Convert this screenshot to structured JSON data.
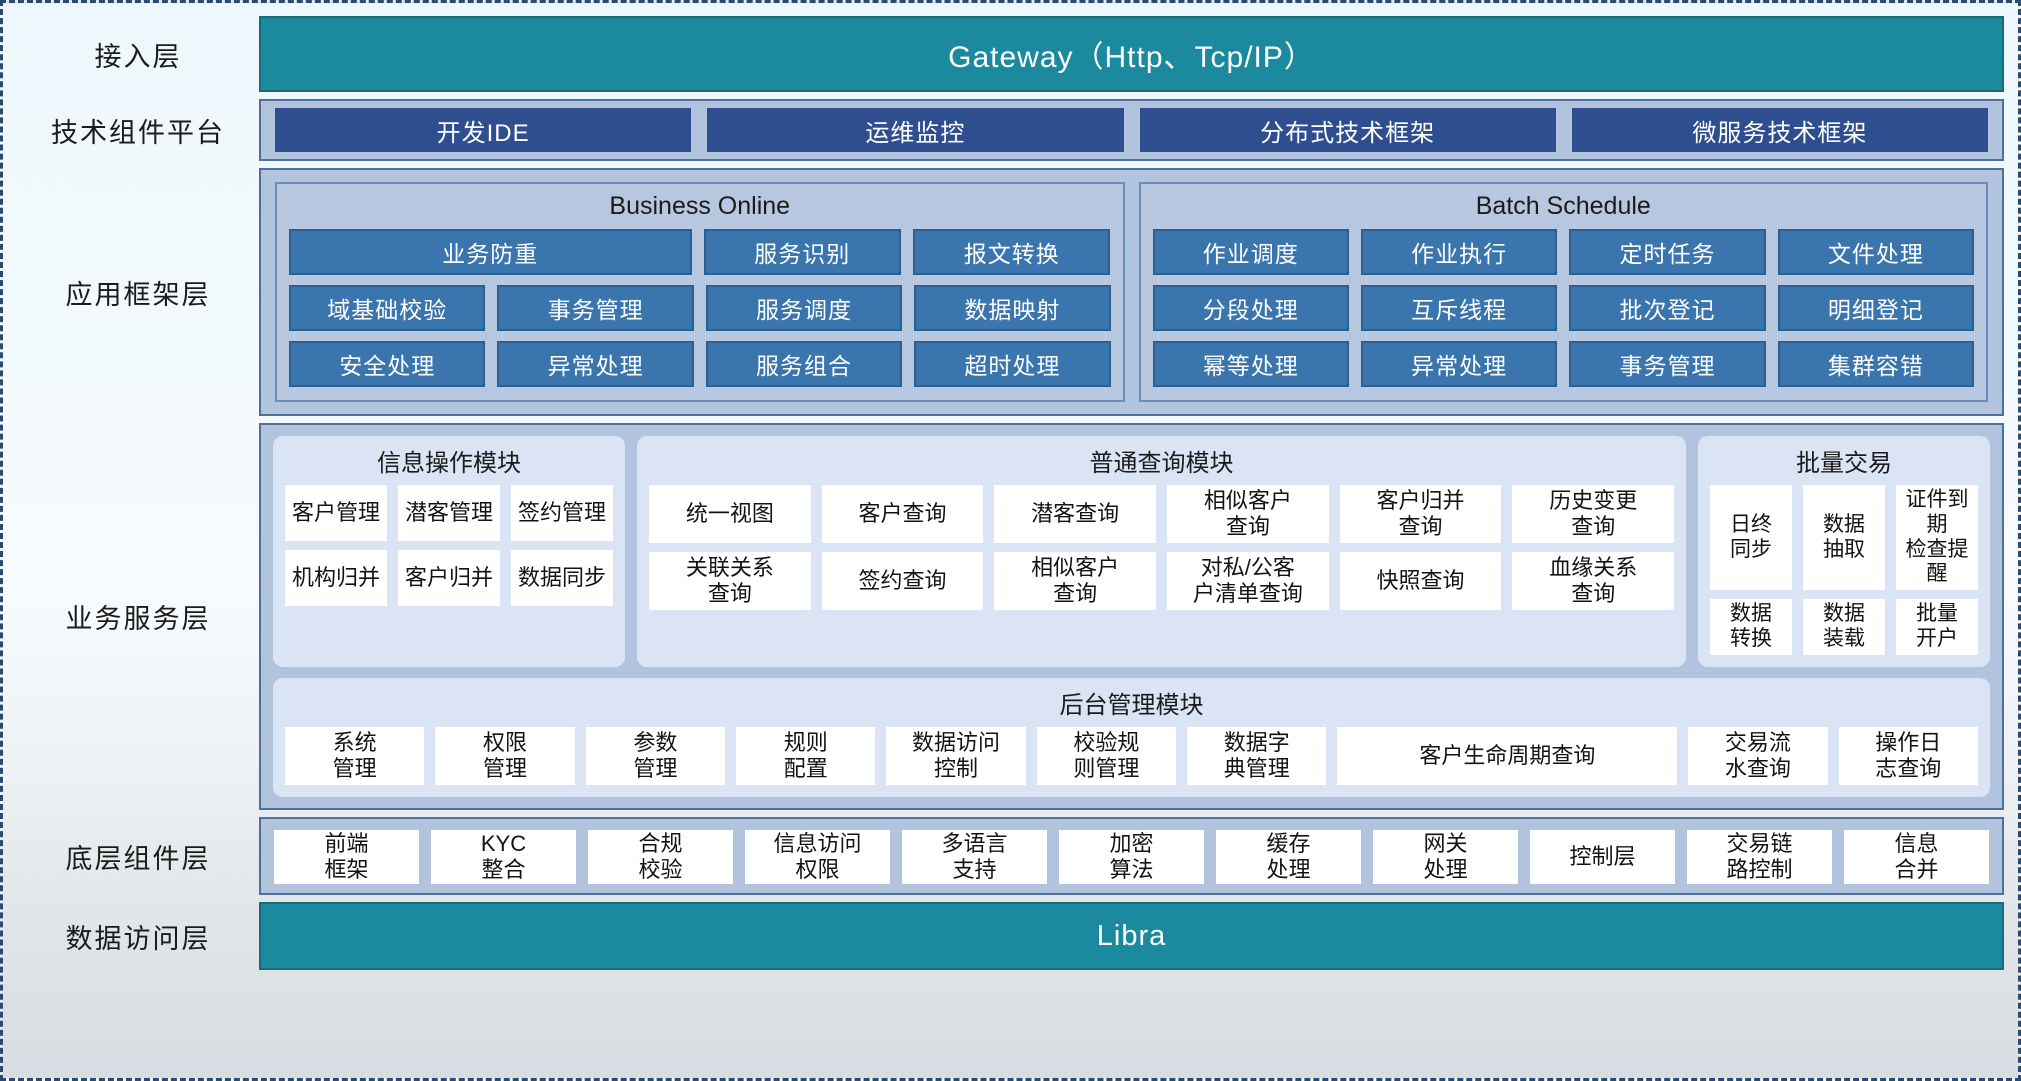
{
  "layers": {
    "access": {
      "label": "接入层",
      "bar": "Gateway（Http、Tcp/IP）"
    },
    "tech_platform": {
      "label": "技术组件平台",
      "items": [
        "开发IDE",
        "运维监控",
        "分布式技术框架",
        "微服务技术框架"
      ]
    },
    "app_framework": {
      "label": "应用框架层",
      "groups": [
        {
          "title": "Business Online",
          "rows": [
            [
              {
                "label": "业务防重",
                "wide": true
              },
              {
                "label": "服务识别"
              },
              {
                "label": "报文转换"
              }
            ],
            [
              {
                "label": "域基础校验"
              },
              {
                "label": "事务管理"
              },
              {
                "label": "服务调度"
              },
              {
                "label": "数据映射"
              }
            ],
            [
              {
                "label": "安全处理"
              },
              {
                "label": "异常处理"
              },
              {
                "label": "服务组合"
              },
              {
                "label": "超时处理"
              }
            ]
          ]
        },
        {
          "title": "Batch Schedule",
          "rows": [
            [
              {
                "label": "作业调度"
              },
              {
                "label": "作业执行"
              },
              {
                "label": "定时任务"
              },
              {
                "label": "文件处理"
              }
            ],
            [
              {
                "label": "分段处理"
              },
              {
                "label": "互斥线程"
              },
              {
                "label": "批次登记"
              },
              {
                "label": "明细登记"
              }
            ],
            [
              {
                "label": "幂等处理"
              },
              {
                "label": "异常处理"
              },
              {
                "label": "事务管理"
              },
              {
                "label": "集群容错"
              }
            ]
          ]
        }
      ]
    },
    "business_service": {
      "label": "业务服务层",
      "modules": [
        {
          "title": "信息操作模块",
          "rows": [
            [
              "客户管理",
              "潜客管理",
              "签约管理"
            ],
            [
              "机构归并",
              "客户归并",
              "数据同步"
            ]
          ]
        },
        {
          "title": "普通查询模块",
          "rows": [
            [
              "统一视图",
              "客户查询",
              "潜客查询",
              "相似客户\n查询",
              "客户归并\n查询",
              "历史变更\n查询"
            ],
            [
              "关联关系\n查询",
              "签约查询",
              "相似客户\n查询",
              "对私/公客\n户清单查询",
              "快照查询",
              "血缘关系\n查询"
            ]
          ]
        },
        {
          "title": "批量交易",
          "rows": [
            [
              "日终\n同步",
              "数据\n抽取",
              "证件到期\n检查提醒"
            ],
            [
              "数据\n转换",
              "数据\n装载",
              "批量\n开户"
            ]
          ]
        }
      ],
      "admin_module": {
        "title": "后台管理模块",
        "items": [
          "系统\n管理",
          "权限\n管理",
          "参数\n管理",
          "规则\n配置",
          "数据访问\n控制",
          "校验规\n则管理",
          "数据字\n典管理",
          "客户生命周期查询",
          "交易流\n水查询",
          "操作日\n志查询"
        ]
      }
    },
    "base_component": {
      "label": "底层组件层",
      "items": [
        "前端\n框架",
        "KYC\n整合",
        "合规\n校验",
        "信息访问\n权限",
        "多语言\n支持",
        "加密\n算法",
        "缓存\n处理",
        "网关\n处理",
        "控制层",
        "交易链\n路控制",
        "信息\n合并"
      ]
    },
    "data_access": {
      "label": "数据访问层",
      "bar": "Libra"
    }
  },
  "colors": {
    "teal": "#1b8a9e",
    "panel_blue": "#b2c4dd",
    "chip_navy": "#2e4e8f",
    "chip_steel": "#3a76ad",
    "card_lavender": "#dbe4f5",
    "border_blue": "#4d6f9c"
  }
}
